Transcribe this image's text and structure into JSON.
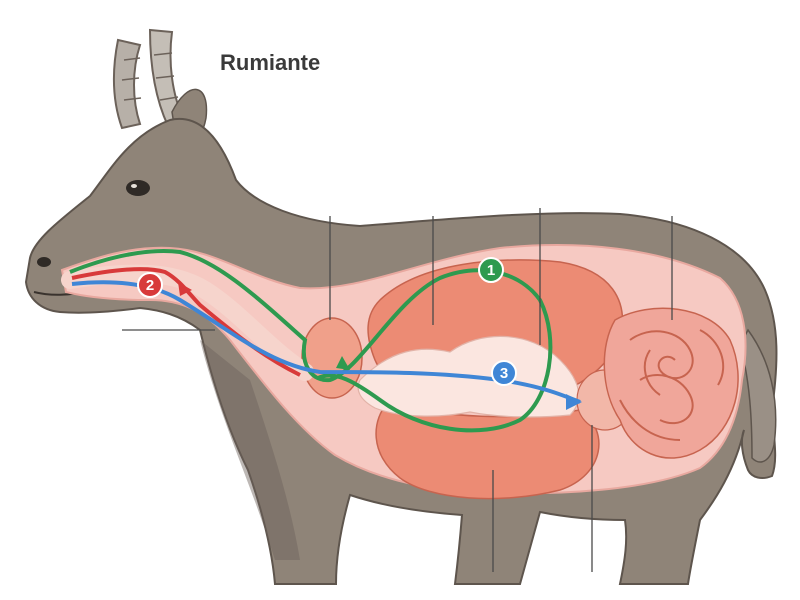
{
  "title": "Rumiante",
  "steps": [
    {
      "number": "1",
      "color": "#2e9a4f"
    },
    {
      "number": "2",
      "color": "#d83a3a"
    },
    {
      "number": "3",
      "color": "#3f86d6"
    }
  ],
  "colors": {
    "fur": "#8f8478",
    "fur_dark": "#6c625a",
    "body_cavity": "#f6c9c2",
    "organ": "#ec8b74",
    "organ_light": "#f6b5a2",
    "intestine": "#f0a69a",
    "path_red": "#d83a3a",
    "path_green": "#2e9a4f",
    "path_blue": "#3f86d6"
  }
}
